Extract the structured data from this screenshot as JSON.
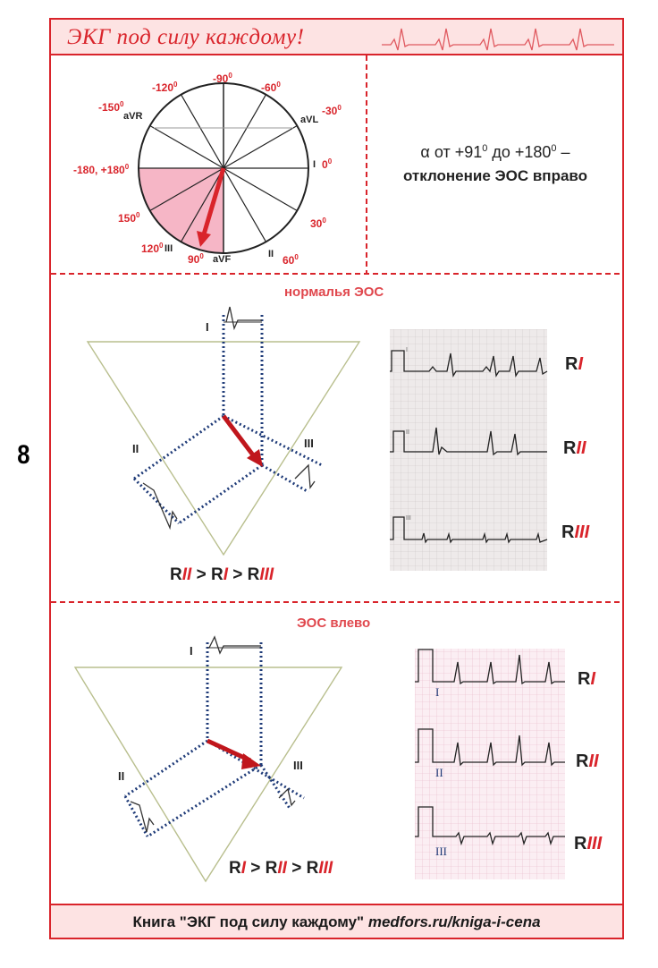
{
  "page_number": "8",
  "header": {
    "title": "ЭКГ под силу каждому!"
  },
  "axis_panel": {
    "degrees": {
      "m90": "-90",
      "m120": "-120",
      "m60": "-60",
      "m150": "-150",
      "m30": "-30",
      "p180": "-180, +180",
      "zero": "0",
      "p150": "150",
      "p30": "30",
      "p120": "120",
      "p90": "90",
      "p60": "60"
    },
    "leads": {
      "avr": "aVR",
      "avl": "aVL",
      "i": "I",
      "iii": "III",
      "avf": "aVF",
      "ii": "II"
    },
    "sup": "0",
    "alpha_prefix": "α от +91",
    "alpha_mid": " до +180",
    "alpha_suffix": " –",
    "deviation": "отклонение ЭОС вправо",
    "colors": {
      "sector": "#f6b6c6",
      "arrow": "#d9242b"
    }
  },
  "normal_section": {
    "title": "нормалья ЭОС",
    "lead_i": "I",
    "lead_ii": "II",
    "lead_iii": "III",
    "ineq": {
      "r1": "R",
      "s1": "II",
      "op1": " > ",
      "r2": "R",
      "s2": "I",
      "op2": " > ",
      "r3": "R",
      "s3": "III"
    },
    "ecg_labels": {
      "r": "R",
      "one": "I",
      "two": "II",
      "three": "III"
    }
  },
  "left_section": {
    "title": "ЭОС влево",
    "lead_i": "I",
    "lead_ii": "II",
    "lead_iii": "III",
    "ineq": {
      "r1": "R",
      "s1": "I",
      "op1": " > ",
      "r2": "R",
      "s2": "II",
      "op2": " > ",
      "r3": "R",
      "s3": "III"
    },
    "ecg_labels": {
      "r": "R",
      "one": "I",
      "two": "II",
      "three": "III"
    }
  },
  "footer": {
    "book": "Книга \"ЭКГ под силу каждому\" ",
    "url": "medfors.ru/kniga-i-cena"
  }
}
